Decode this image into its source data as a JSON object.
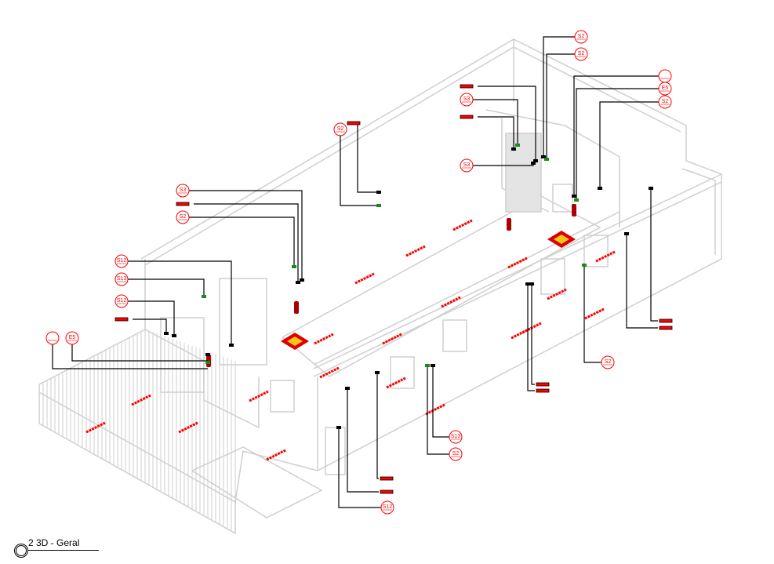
{
  "view": {
    "title": "2 3D - Geral"
  },
  "colors": {
    "wire": "#cfcfcf",
    "tag": "#ff0000",
    "leader": "#000000",
    "sign": "#1a8a1a",
    "floor_marker": "#f5c518"
  },
  "tags": [
    {
      "label": "S2"
    },
    {
      "label": "S2"
    },
    {
      "label": ""
    },
    {
      "label": "E5"
    },
    {
      "label": "S2"
    },
    {
      "label": "S3"
    },
    {
      "label": "S3"
    },
    {
      "label": "S2"
    },
    {
      "label": "S3"
    },
    {
      "label": "S2"
    },
    {
      "label": "S12"
    },
    {
      "label": "S13"
    },
    {
      "label": "S12"
    },
    {
      "label": ""
    },
    {
      "label": "E5"
    },
    {
      "label": "S2"
    },
    {
      "label": "S13"
    },
    {
      "label": "S2"
    },
    {
      "label": "S12"
    }
  ]
}
